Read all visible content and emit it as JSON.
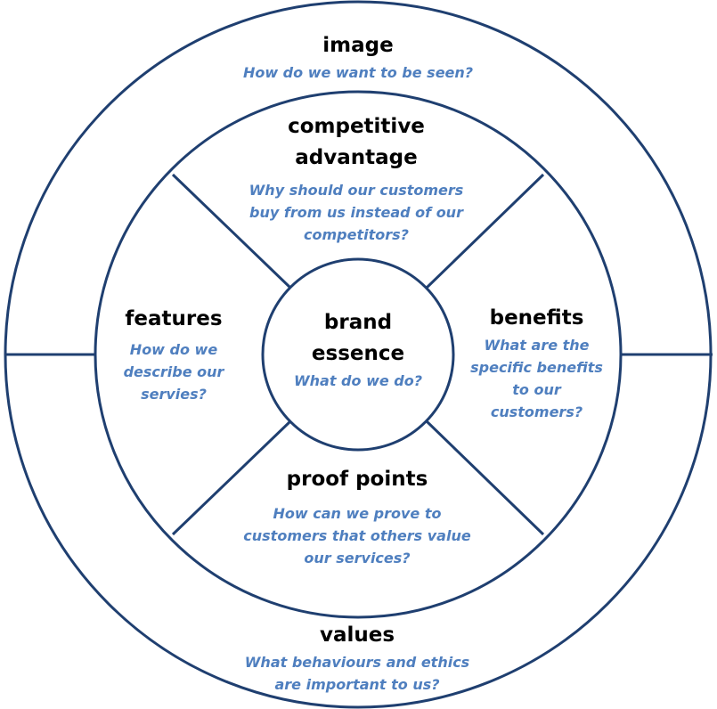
{
  "outer": {
    "top": {
      "title": "image",
      "question": "How do we want to be seen?"
    },
    "bottom": {
      "title": "values",
      "question_line1": "What behaviours and ethics",
      "question_line2": "are important to us?"
    }
  },
  "segments": {
    "top": {
      "title_line1": "competitive",
      "title_line2": "advantage",
      "question_line1": "Why should our customers",
      "question_line2": "buy from us instead of our",
      "question_line3": "competitors?"
    },
    "left": {
      "title": "features",
      "question_line1": "How do we",
      "question_line2": "describe our",
      "question_line3": "servies?"
    },
    "right": {
      "title": "benefits",
      "question_line1": "What are the",
      "question_line2": "specific benefits",
      "question_line3": "to our",
      "question_line4": "customers?"
    },
    "bottom": {
      "title": "proof points",
      "question_line1": "How can we prove to",
      "question_line2": "customers that others value",
      "question_line3": "our services?"
    }
  },
  "center": {
    "title_line1": "brand",
    "title_line2": "essence",
    "question": "What  do we do?"
  },
  "colors": {
    "line": "#1f3f70",
    "title": "#000000",
    "question": "#4f7fbf"
  }
}
